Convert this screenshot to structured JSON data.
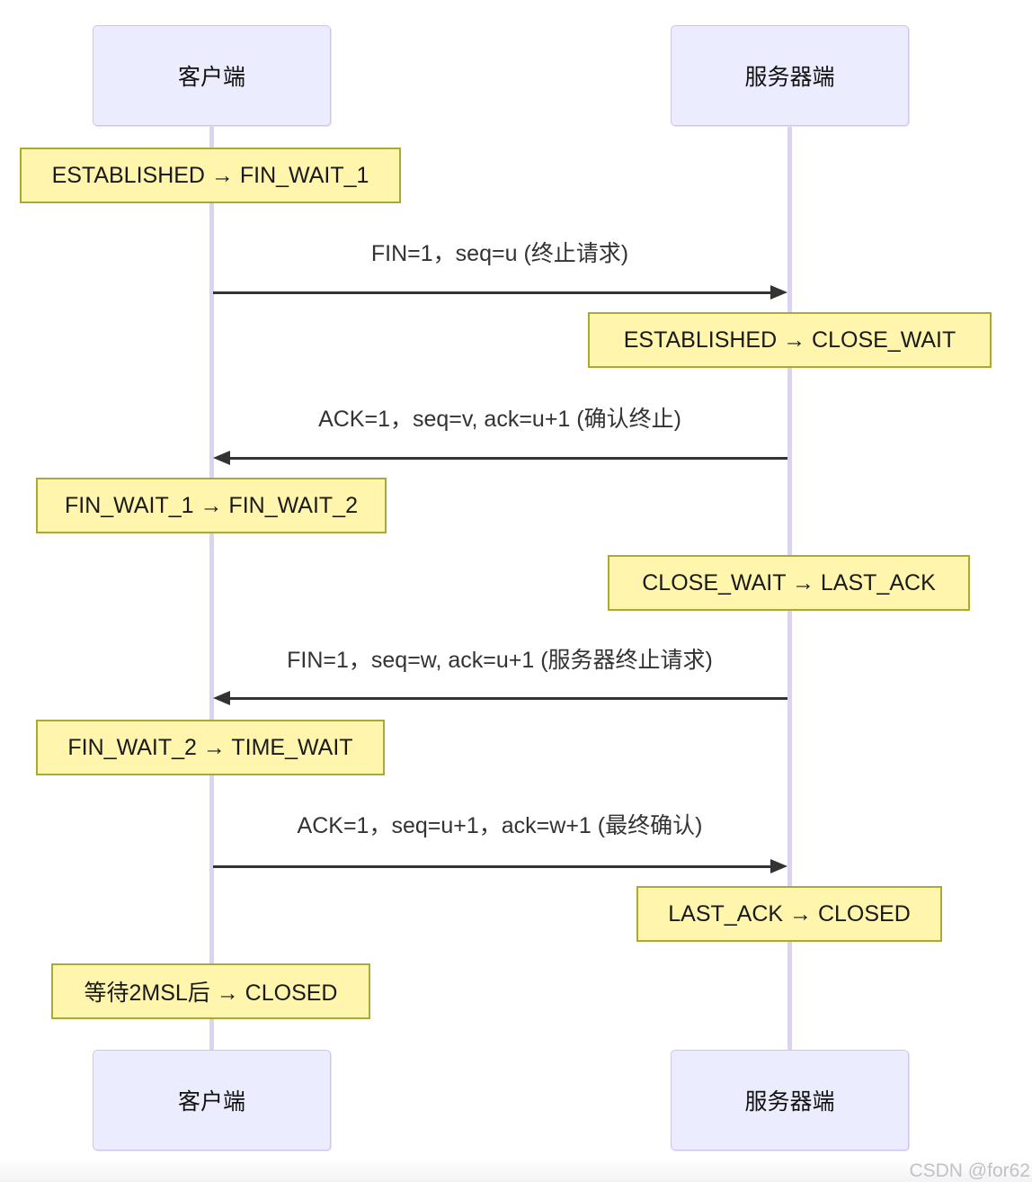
{
  "diagram": {
    "title_semantic": "TCP four-way handshake (connection release) sequence diagram",
    "actors": {
      "client": "客户端",
      "server": "服务器端"
    },
    "notes": [
      {
        "text": "ESTABLISHED → FIN_WAIT_1",
        "side": "client"
      },
      {
        "text": "ESTABLISHED → CLOSE_WAIT",
        "side": "server"
      },
      {
        "text": "FIN_WAIT_1 → FIN_WAIT_2",
        "side": "client"
      },
      {
        "text": "CLOSE_WAIT → LAST_ACK",
        "side": "server"
      },
      {
        "text": "FIN_WAIT_2 → TIME_WAIT",
        "side": "client"
      },
      {
        "text": "LAST_ACK → CLOSED",
        "side": "server"
      },
      {
        "text": "等待2MSL后 → CLOSED",
        "side": "client"
      }
    ],
    "messages": [
      {
        "text": "FIN=1，seq=u (终止请求)",
        "from": "client",
        "to": "server"
      },
      {
        "text": "ACK=1，seq=v, ack=u+1 (确认终止)",
        "from": "server",
        "to": "client"
      },
      {
        "text": "FIN=1，seq=w, ack=u+1 (服务器终止请求)",
        "from": "server",
        "to": "client"
      },
      {
        "text": "ACK=1，seq=u+1，ack=w+1 (最终确认)",
        "from": "client",
        "to": "server"
      }
    ],
    "colors": {
      "note_fill": "#fff5ad",
      "note_border": "#aaaa33",
      "actor_fill": "#ececff",
      "actor_border": "#cfc4ec",
      "lifeline": "#dcd3f0",
      "arrow": "#333333"
    }
  },
  "watermark": "CSDN @for62"
}
